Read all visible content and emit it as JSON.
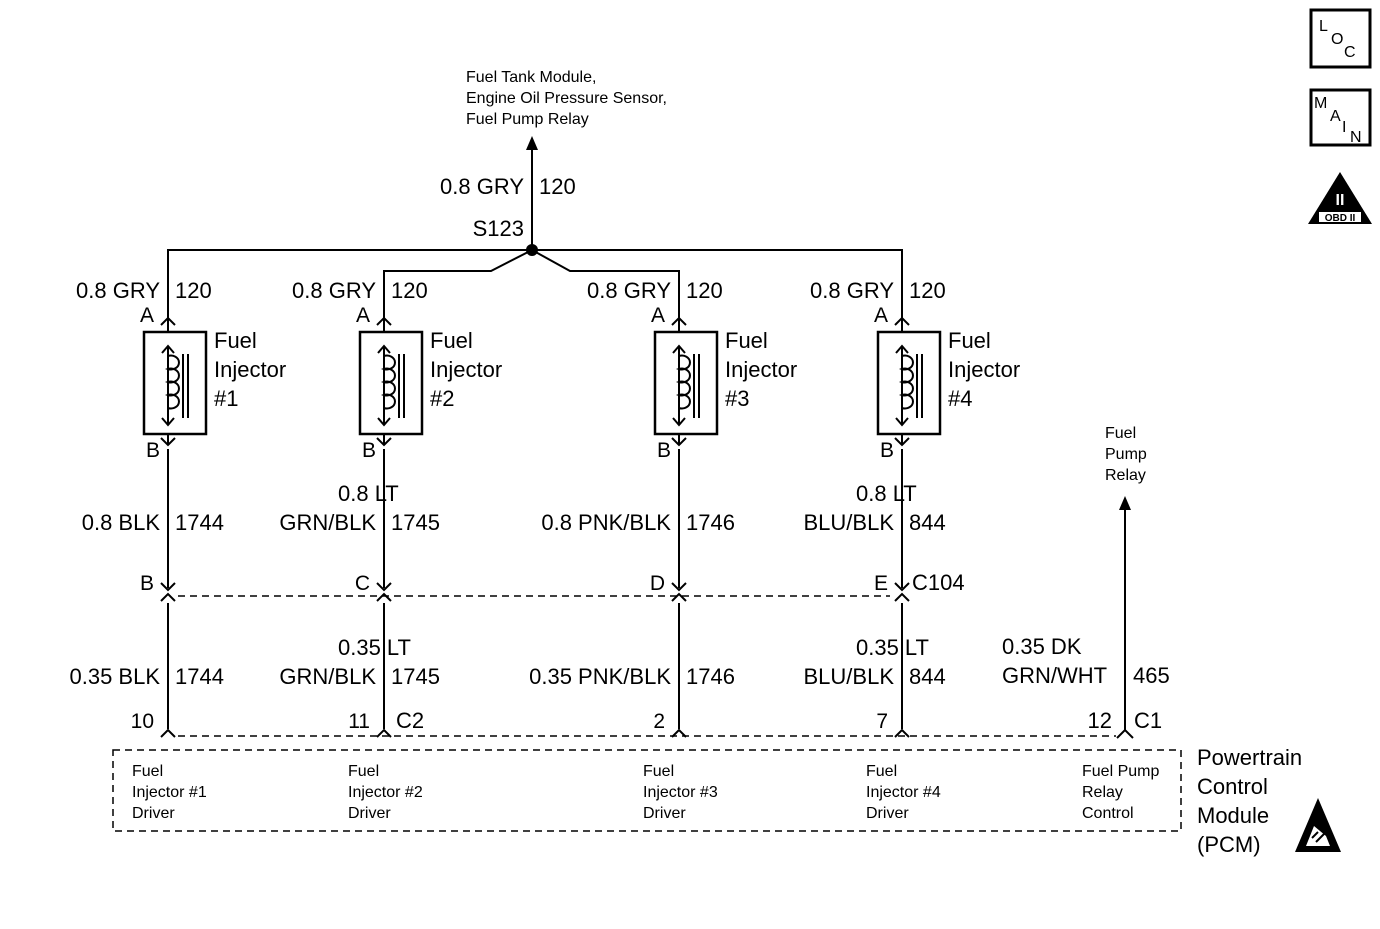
{
  "top_destination": [
    "Fuel Tank Module,",
    "Engine Oil Pressure Sensor,",
    "Fuel Pump Relay"
  ],
  "feed_wire": {
    "size_color": "0.8 GRY",
    "circuit": "120"
  },
  "splice": "S123",
  "injectors": [
    {
      "name": [
        "Fuel",
        "Injector",
        "#1"
      ],
      "pin_top": "A",
      "pin_bottom": "B",
      "top_wire": "0.8 GRY",
      "top_circuit": "120",
      "mid_wire": [
        "0.8 BLK"
      ],
      "mid_circuit": "1744",
      "conn_pin": "B",
      "low_wire": [
        "0.35 BLK"
      ],
      "low_circuit": "1744",
      "pcm_pin": "10",
      "pcm_label": [
        "Fuel",
        "Injector #1",
        "Driver"
      ]
    },
    {
      "name": [
        "Fuel",
        "Injector",
        "#2"
      ],
      "pin_top": "A",
      "pin_bottom": "B",
      "top_wire": "0.8 GRY",
      "top_circuit": "120",
      "mid_wire": [
        "0.8 LT",
        "GRN/BLK"
      ],
      "mid_circuit": "1745",
      "conn_pin": "C",
      "low_wire": [
        "0.35 LT",
        "GRN/BLK"
      ],
      "low_circuit": "1745",
      "pcm_pin": "11",
      "pcm_label": [
        "Fuel",
        "Injector #2",
        "Driver"
      ]
    },
    {
      "name": [
        "Fuel",
        "Injector",
        "#3"
      ],
      "pin_top": "A",
      "pin_bottom": "B",
      "top_wire": "0.8 GRY",
      "top_circuit": "120",
      "mid_wire": [
        "0.8 PNK/BLK"
      ],
      "mid_circuit": "1746",
      "conn_pin": "D",
      "low_wire": [
        "0.35 PNK/BLK"
      ],
      "low_circuit": "1746",
      "pcm_pin": "2",
      "pcm_label": [
        "Fuel",
        "Injector #3",
        "Driver"
      ]
    },
    {
      "name": [
        "Fuel",
        "Injector",
        "#4"
      ],
      "pin_top": "A",
      "pin_bottom": "B",
      "top_wire": "0.8 GRY",
      "top_circuit": "120",
      "mid_wire": [
        "0.8 LT",
        "BLU/BLK"
      ],
      "mid_circuit": "844",
      "conn_pin": "E",
      "low_wire": [
        "0.35 LT",
        "BLU/BLK"
      ],
      "low_circuit": "844",
      "pcm_pin": "7",
      "pcm_label": [
        "Fuel",
        "Injector #4",
        "Driver"
      ]
    }
  ],
  "connector_c104": "C104",
  "connector_c2": "C2",
  "connector_c1": "C1",
  "relay": {
    "destination": [
      "Fuel",
      "Pump",
      "Relay"
    ],
    "wire": [
      "0.35 DK",
      "GRN/WHT"
    ],
    "circuit": "465",
    "pcm_pin": "12",
    "pcm_label": [
      "Fuel Pump",
      "Relay",
      "Control"
    ]
  },
  "pcm_name": [
    "Powertrain",
    "Control",
    "Module",
    "(PCM)"
  ],
  "icons": {
    "loc": {
      "letters": [
        "L",
        "O",
        "C"
      ]
    },
    "main": {
      "letters": [
        "M",
        "A",
        "I",
        "N"
      ]
    },
    "obd": {
      "top": "II",
      "bottom": "OBD II"
    }
  }
}
